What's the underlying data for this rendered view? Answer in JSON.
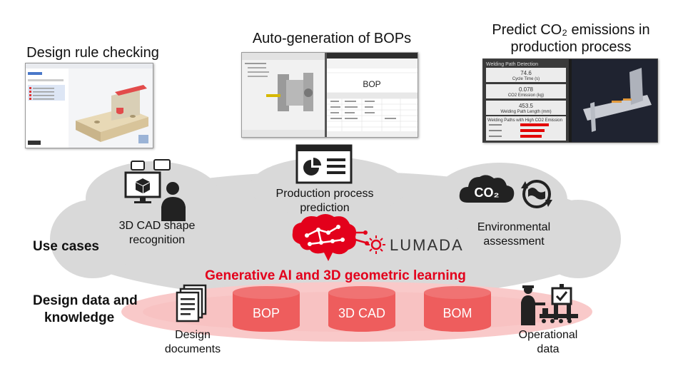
{
  "headings": {
    "design_rule": "Design rule checking",
    "bop_gen": "Auto-generation of BOPs",
    "co2_line1": "Predict CO₂ emissions in",
    "co2_line2": "production process"
  },
  "use_cases": {
    "label": "Use cases",
    "cad_line1": "3D CAD shape",
    "cad_line2": "recognition",
    "prod_line1": "Production process",
    "prod_line2": "prediction",
    "env_line1": "Environmental",
    "env_line2": "assessment",
    "co2_icon_text": "CO₂"
  },
  "center": {
    "lumada": "LUMADA",
    "gen_ai": "Generative AI and 3D geometric learning"
  },
  "data_layer": {
    "label_line1": "Design data and",
    "label_line2": "knowledge",
    "docs_line1": "Design",
    "docs_line2": "documents",
    "cylinders": [
      "BOP",
      "3D CAD",
      "BOM"
    ],
    "ops_line1": "Operational",
    "ops_line2": "data"
  },
  "bop_screenshot": {
    "panel_title": "BOP"
  },
  "co2_screenshot": {
    "title": "Welding Path Detection",
    "metric1_value": "74.6",
    "metric1_label": "Cycle Time (s)",
    "metric2_value": "0.078",
    "metric2_label": "CO2 Emission (kg)",
    "metric3_value": "453.5",
    "metric3_label": "Welding Path Length (mm)",
    "list_title": "Welding Paths with High CO2 Emission"
  },
  "colors": {
    "accent_red": "#e3001b",
    "cylinder_red": "#ee5d5d",
    "cloud_gray": "#d9d9d9",
    "band_pink": "#f9c9c9"
  }
}
